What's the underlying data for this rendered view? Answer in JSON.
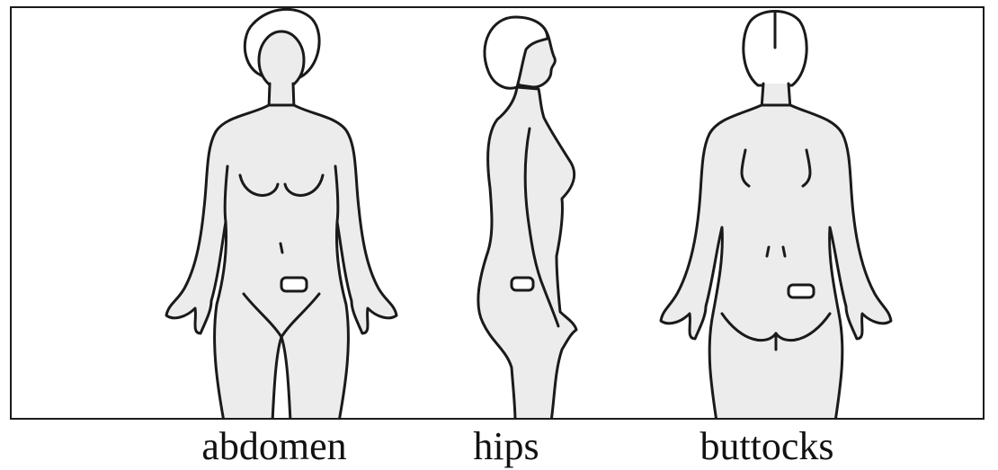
{
  "figure": {
    "views": [
      {
        "label": "abdomen"
      },
      {
        "label": "hips"
      },
      {
        "label": "buttocks"
      }
    ],
    "colors": {
      "skin": "#ececec",
      "outline": "#1a1a1a",
      "patch": "#ffffff",
      "background": "#ffffff"
    }
  }
}
